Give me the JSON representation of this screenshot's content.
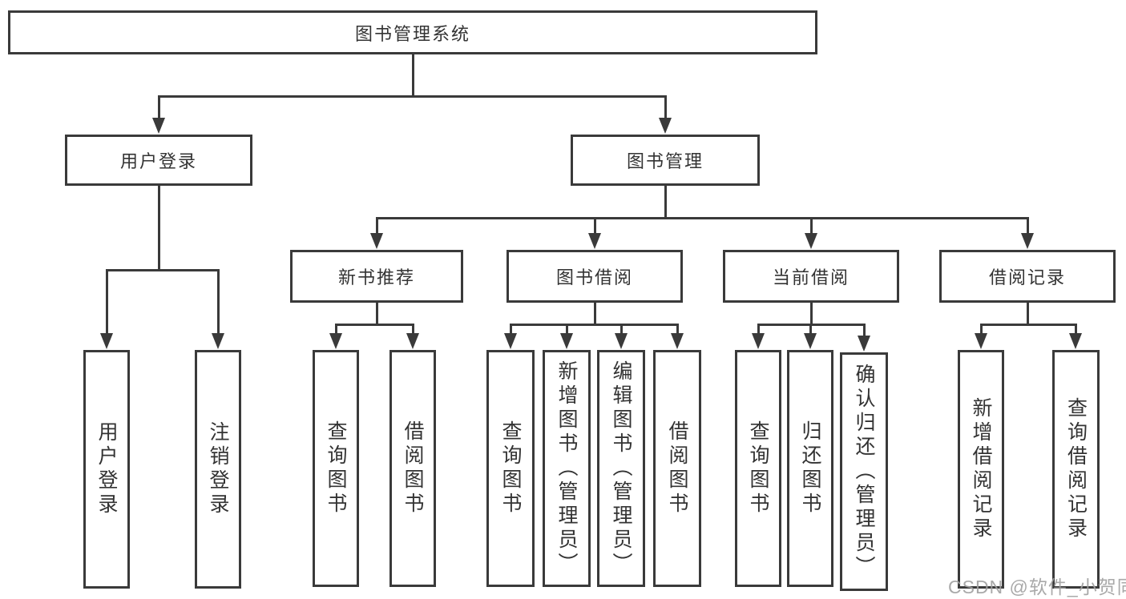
{
  "colors": {
    "line": "#3a3a3a",
    "text": "#333333",
    "background": "#ffffff",
    "watermark": "#a0a0a0"
  },
  "watermark": {
    "text": "CSDN @软件_小贺同学"
  },
  "tree": {
    "root": {
      "label": "图书管理系统"
    },
    "children": [
      {
        "label": "用户登录",
        "children": [
          {
            "label": "用户登录"
          },
          {
            "label": "注销登录"
          }
        ]
      },
      {
        "label": "图书管理",
        "children": [
          {
            "label": "新书推荐",
            "children": [
              {
                "label": "查询图书"
              },
              {
                "label": "借阅图书"
              }
            ]
          },
          {
            "label": "图书借阅",
            "children": [
              {
                "label": "查询图书"
              },
              {
                "label": "新增图书（管理员）"
              },
              {
                "label": "编辑图书（管理员）"
              },
              {
                "label": "借阅图书"
              }
            ]
          },
          {
            "label": "当前借阅",
            "children": [
              {
                "label": "查询图书"
              },
              {
                "label": "归还图书"
              },
              {
                "label": "确认归还（管理员）"
              }
            ]
          },
          {
            "label": "借阅记录",
            "children": [
              {
                "label": "新增借阅记录"
              },
              {
                "label": "查询借阅记录"
              }
            ]
          }
        ]
      }
    ]
  }
}
